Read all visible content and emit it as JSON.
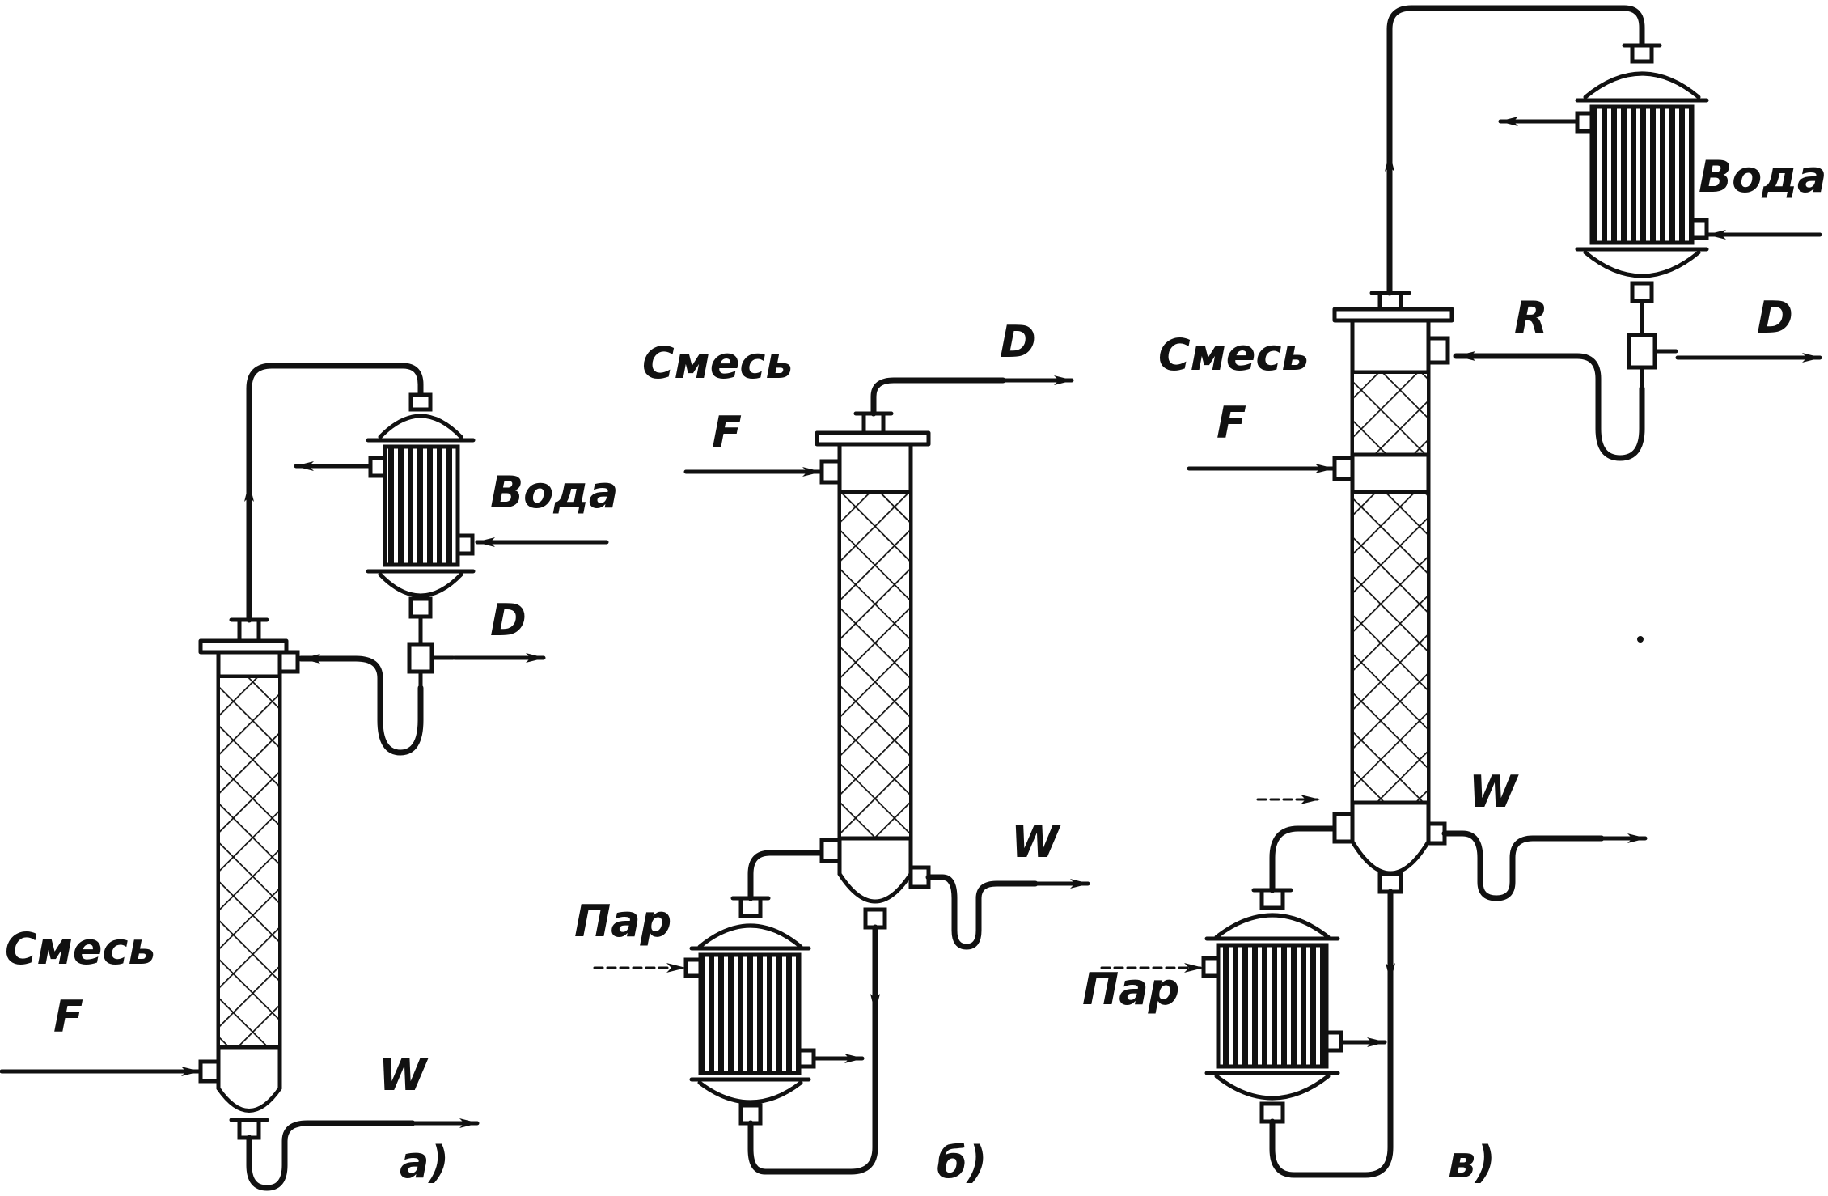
{
  "diagram_a": {
    "feed_label": "Смесь",
    "feed_symbol": "F",
    "water_label": "Вода",
    "distillate_label": "D",
    "bottoms_label": "W",
    "caption": "а)"
  },
  "diagram_b": {
    "feed_label": "Смесь",
    "feed_symbol": "F",
    "distillate_label": "D",
    "bottoms_label": "W",
    "steam_label": "Пар",
    "caption": "б)"
  },
  "diagram_v": {
    "feed_label": "Смесь",
    "feed_symbol": "F",
    "water_label": "Вода",
    "reflux_label": "R",
    "distillate_label": "D",
    "bottoms_label": "W",
    "steam_label": "Пар",
    "caption": "в)"
  },
  "colors": {
    "ink": "#111111",
    "paper": "#ffffff"
  }
}
